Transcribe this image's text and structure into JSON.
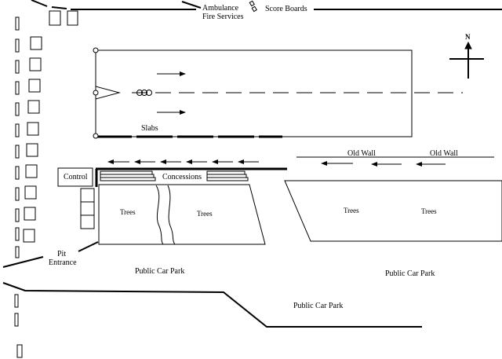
{
  "labels": {
    "ambulance": "Ambulance",
    "fire_services": "Fire Services",
    "score_boards": "Score Boards",
    "north": "N",
    "slabs": "Slabs",
    "old_wall": "Old Wall",
    "control": "Control",
    "concessions": "Concessions",
    "trees": "Trees",
    "pit": "Pit",
    "entrance": "Entrance",
    "public_car_park": "Public Car Park"
  }
}
